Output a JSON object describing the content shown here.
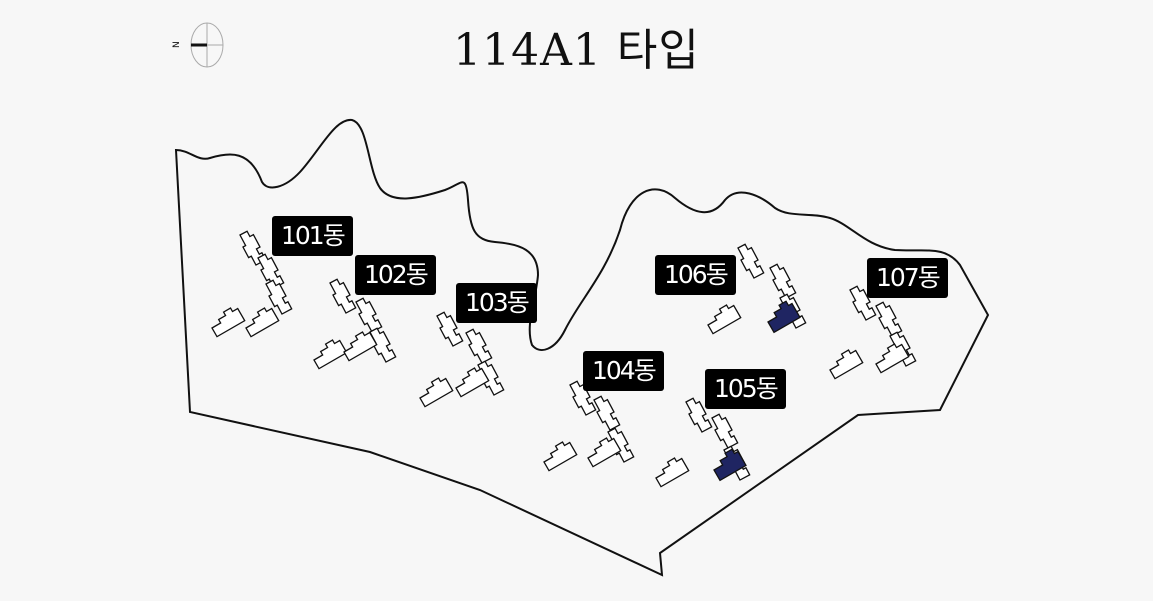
{
  "title": "114A1 타입",
  "compass": {
    "label": "N",
    "icon": "north-compass-icon"
  },
  "buildings": [
    {
      "label": "101동"
    },
    {
      "label": "102동"
    },
    {
      "label": "103동"
    },
    {
      "label": "104동"
    },
    {
      "label": "105동"
    },
    {
      "label": "106동"
    },
    {
      "label": "107동"
    }
  ],
  "colors": {
    "highlight": "#1f2562",
    "background": "#f7f7f7"
  }
}
